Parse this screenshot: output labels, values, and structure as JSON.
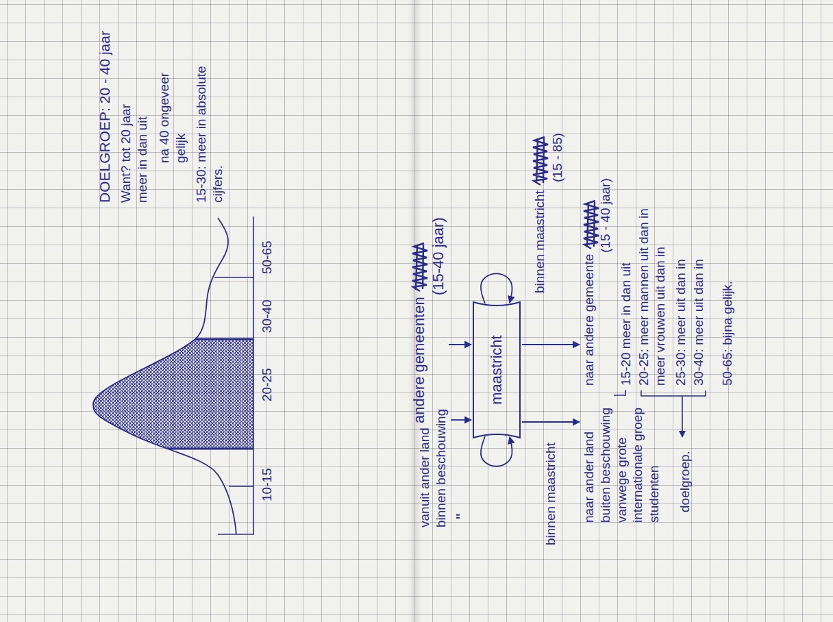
{
  "diagram": {
    "title": "DOELGROEP: 20 - 40 jaar",
    "nodes": [
      {
        "text": [
          "vanuit ander land binnen beschouwing"
        ]
      },
      {
        "text": [
          "andere gemeenten",
          "(15-40 jaar)"
        ]
      },
      {
        "text": [
          "maastricht"
        ]
      },
      {
        "text": [
          "naar ander land buiten beschouwing vanwege grote internationale groep studenten"
        ]
      },
      {
        "text": [
          "naar andere gemeente",
          "(15 - 40 jaar)"
        ]
      }
    ],
    "edges": [
      {
        "from": 0,
        "to": 2,
        "arrow": "to"
      },
      {
        "from": 1,
        "to": 2,
        "arrow": "to"
      },
      {
        "from": 2,
        "to": 2,
        "label": "binnen maastricht",
        "arrow": "to"
      },
      {
        "from": 2,
        "to": 2,
        "label": "binnen maastricht",
        "arrow": "to"
      },
      {
        "from": 2,
        "to": 3,
        "arrow": "to"
      },
      {
        "from": 2,
        "to": 4,
        "arrow": "to"
      }
    ],
    "labels": [
      "Want? tot 20 jaar meer in dan uit",
      "na 40 ongeveer gelijk",
      "15-30: meer in absolute cijfers.",
      "10-15",
      "20-25",
      "30-40",
      "50-65",
      "\"",
      "(15 - 85)",
      "15-20 meer in dan uit",
      "20-25: meer mannen uit dan in meer vrouwen uit dan in",
      "25-30: meer uit dan in",
      "30-40: meer uit dan in",
      "50-65: bijna gelijk.",
      "doelgroep."
    ]
  }
}
